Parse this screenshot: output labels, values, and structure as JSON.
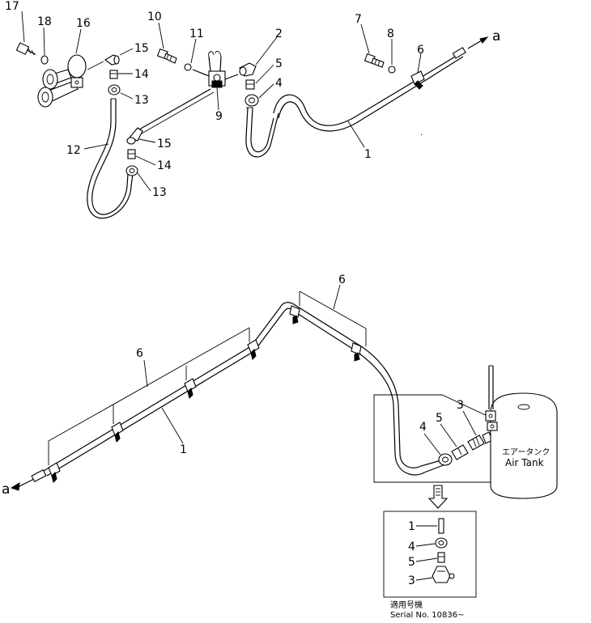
{
  "callouts": {
    "c17": "17",
    "c18": "18",
    "c16": "16",
    "c15a": "15",
    "c14a": "14",
    "c13a": "13",
    "c12": "12",
    "c15b": "15",
    "c14b": "14",
    "c13b": "13",
    "c10": "10",
    "c11": "11",
    "c2": "2",
    "c9": "9",
    "c5a": "5",
    "c4a": "4",
    "c7": "7",
    "c8": "8",
    "c6a": "6",
    "c1a": "1",
    "aTop": "a",
    "c6b": "6",
    "c6c": "6",
    "c1b": "1",
    "aLeft": "a",
    "c3": "3",
    "c4b": "4",
    "c5b": "5",
    "inset1": "1",
    "inset4": "4",
    "inset5": "5",
    "inset3": "3"
  },
  "air_tank": {
    "label_jp": "エアータンク",
    "label_en": "Air Tank"
  },
  "serial": {
    "label_jp": "適用号機",
    "label_en": "Serial No. 10836~"
  }
}
